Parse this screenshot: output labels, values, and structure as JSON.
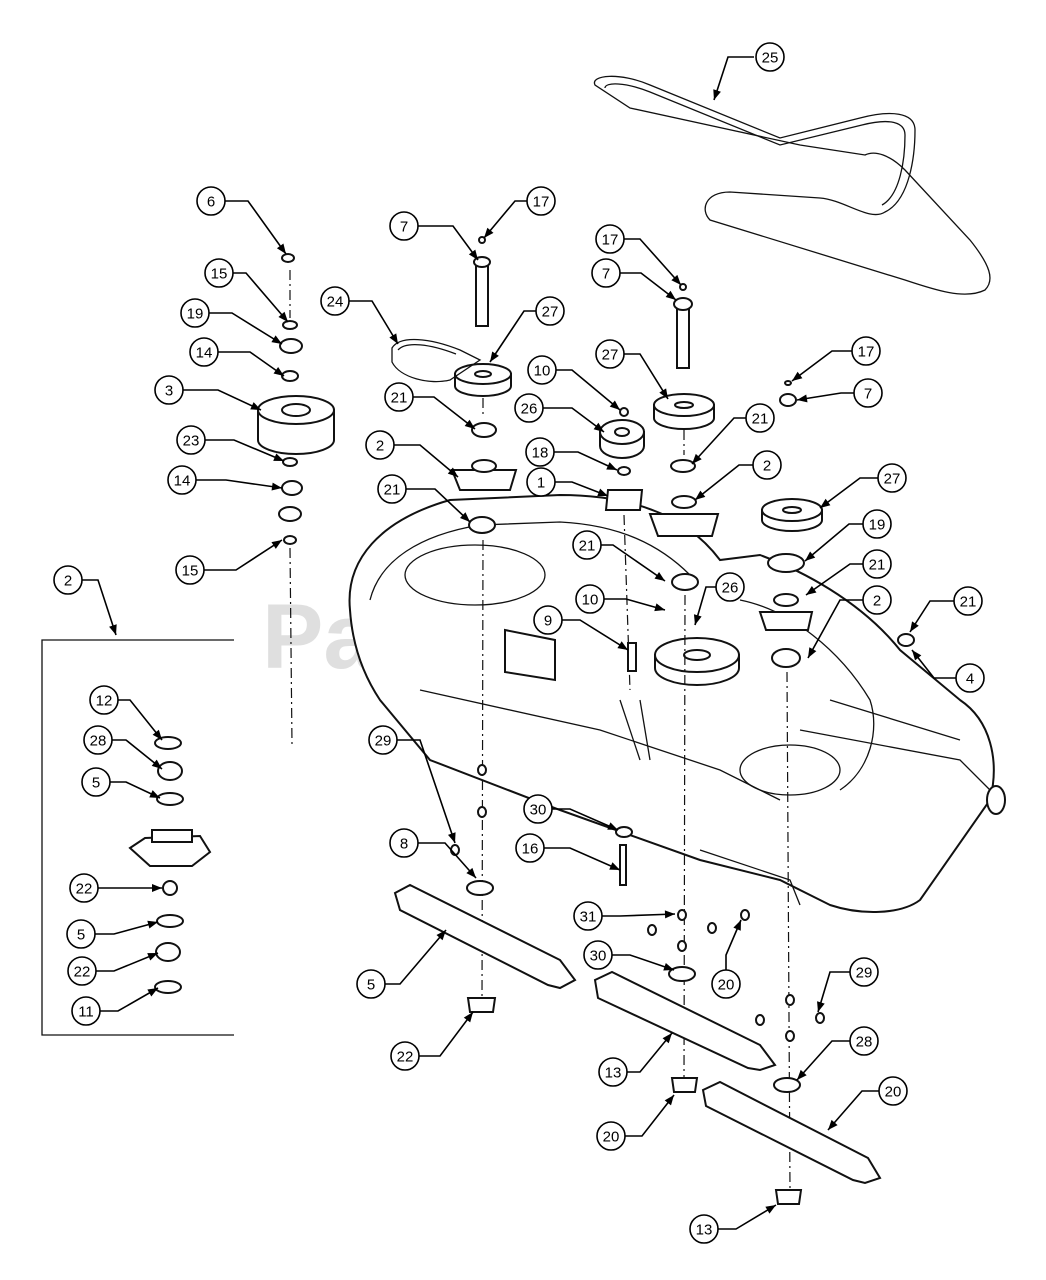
{
  "watermark": "PartsTree",
  "callouts": [
    {
      "label": "25"
    },
    {
      "label": "6"
    },
    {
      "label": "7"
    },
    {
      "label": "17"
    },
    {
      "label": "17"
    },
    {
      "label": "15"
    },
    {
      "label": "24"
    },
    {
      "label": "27"
    },
    {
      "label": "7"
    },
    {
      "label": "19"
    },
    {
      "label": "14"
    },
    {
      "label": "17"
    },
    {
      "label": "10"
    },
    {
      "label": "27"
    },
    {
      "label": "3"
    },
    {
      "label": "7"
    },
    {
      "label": "21"
    },
    {
      "label": "26"
    },
    {
      "label": "21"
    },
    {
      "label": "23"
    },
    {
      "label": "18"
    },
    {
      "label": "2"
    },
    {
      "label": "2"
    },
    {
      "label": "27"
    },
    {
      "label": "14"
    },
    {
      "label": "1"
    },
    {
      "label": "21"
    },
    {
      "label": "19"
    },
    {
      "label": "21"
    },
    {
      "label": "21"
    },
    {
      "label": "15"
    },
    {
      "label": "2"
    },
    {
      "label": "2"
    },
    {
      "label": "10"
    },
    {
      "label": "26"
    },
    {
      "label": "21"
    },
    {
      "label": "9"
    },
    {
      "label": "4"
    },
    {
      "label": "12"
    },
    {
      "label": "28"
    },
    {
      "label": "29"
    },
    {
      "label": "5"
    },
    {
      "label": "30"
    },
    {
      "label": "16"
    },
    {
      "label": "8"
    },
    {
      "label": "22"
    },
    {
      "label": "31"
    },
    {
      "label": "5"
    },
    {
      "label": "30"
    },
    {
      "label": "22"
    },
    {
      "label": "29"
    },
    {
      "label": "5"
    },
    {
      "label": "20"
    },
    {
      "label": "11"
    },
    {
      "label": "28"
    },
    {
      "label": "22"
    },
    {
      "label": "13"
    },
    {
      "label": "20"
    },
    {
      "label": "20"
    },
    {
      "label": "13"
    },
    {
      "label": "13"
    }
  ]
}
